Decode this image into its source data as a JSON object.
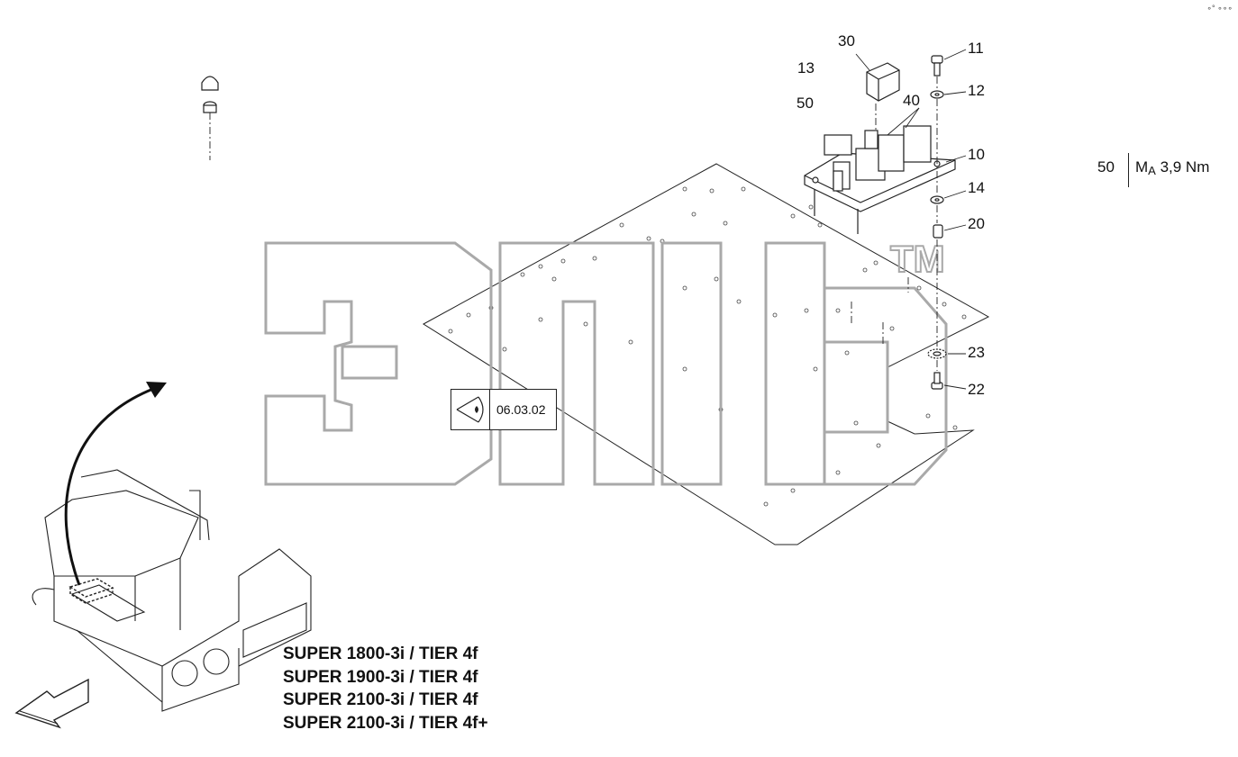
{
  "callouts": [
    {
      "id": "30",
      "label": "30"
    },
    {
      "id": "11",
      "label": "11"
    },
    {
      "id": "13",
      "label": "13"
    },
    {
      "id": "12",
      "label": "12"
    },
    {
      "id": "50",
      "label": "50"
    },
    {
      "id": "40",
      "label": "40"
    },
    {
      "id": "10",
      "label": "10"
    },
    {
      "id": "14",
      "label": "14"
    },
    {
      "id": "20",
      "label": "20"
    },
    {
      "id": "23",
      "label": "23"
    },
    {
      "id": "22",
      "label": "22"
    }
  ],
  "torque_spec": {
    "item": "50",
    "symbol": "M",
    "subscript": "A",
    "value": "3,9 Nm"
  },
  "reference": {
    "code": "06.03.02",
    "icon": "eye-view-icon"
  },
  "models": [
    "SUPER 1800-3i / TIER 4f",
    "SUPER 1900-3i / TIER 4f",
    "SUPER 2100-3i / TIER 4f",
    "SUPER 2100-3i / TIER 4f+"
  ],
  "watermark": {
    "text": "элб",
    "trademark": "TM",
    "color": "#a9a9a9"
  },
  "corner_mark": "∘° ∘∘∘",
  "line_color": "#222222"
}
